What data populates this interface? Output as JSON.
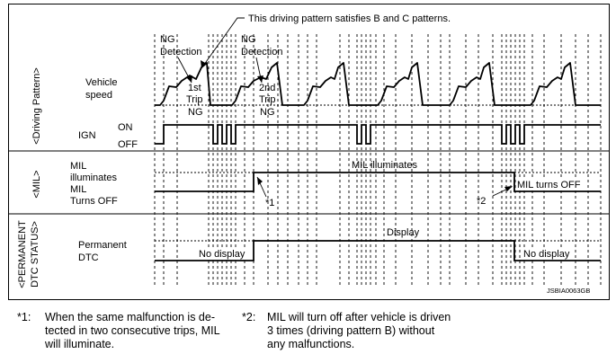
{
  "section_labels": {
    "driving_pattern": "<Driving Pattern>",
    "mil": "<MIL>",
    "permanent_dtc_status_line1": "<PERMANENT",
    "permanent_dtc_status_line2": "DTC STATUS>"
  },
  "row_labels": {
    "vehicle_speed_1": "Vehicle",
    "vehicle_speed_2": "speed",
    "ign": "IGN",
    "ign_on": "ON",
    "ign_off": "OFF",
    "mil_illuminates_1": "MIL",
    "mil_illuminates_2": "illuminates",
    "mil_turns_off_1": "MIL",
    "mil_turns_off_2": "Turns OFF",
    "permanent_dtc_1": "Permanent",
    "permanent_dtc_2": "DTC"
  },
  "annotations": {
    "pattern_note": "This driving pattern satisfies B and C patterns.",
    "ng_detection_1a": "NG",
    "ng_detection_1b": "Detection",
    "ng_detection_2a": "NG",
    "ng_detection_2b": "Detection",
    "trip1_a": "1st",
    "trip1_b": "Trip",
    "trip1_c": "NG",
    "trip2_a": "2nd",
    "trip2_b": "Trip",
    "trip2_c": "NG",
    "mil_illuminates": "MIL illuminates",
    "mil_turns_off": "MIL turns OFF",
    "ref1": "*1",
    "ref2": "*2",
    "display": "Display",
    "no_display_left": "No display",
    "no_display_right": "No display",
    "figure_id": "JSBIA0063GB"
  },
  "footnotes": [
    {
      "mark": "*1:",
      "text": "When the same malfunction is de-\ntected in two consecutive trips, MIL\nwill illuminate."
    },
    {
      "mark": "*2:",
      "text": "MIL will turn off after vehicle is driven\n3 times (driving pattern B) without\nany malfunctions."
    }
  ]
}
